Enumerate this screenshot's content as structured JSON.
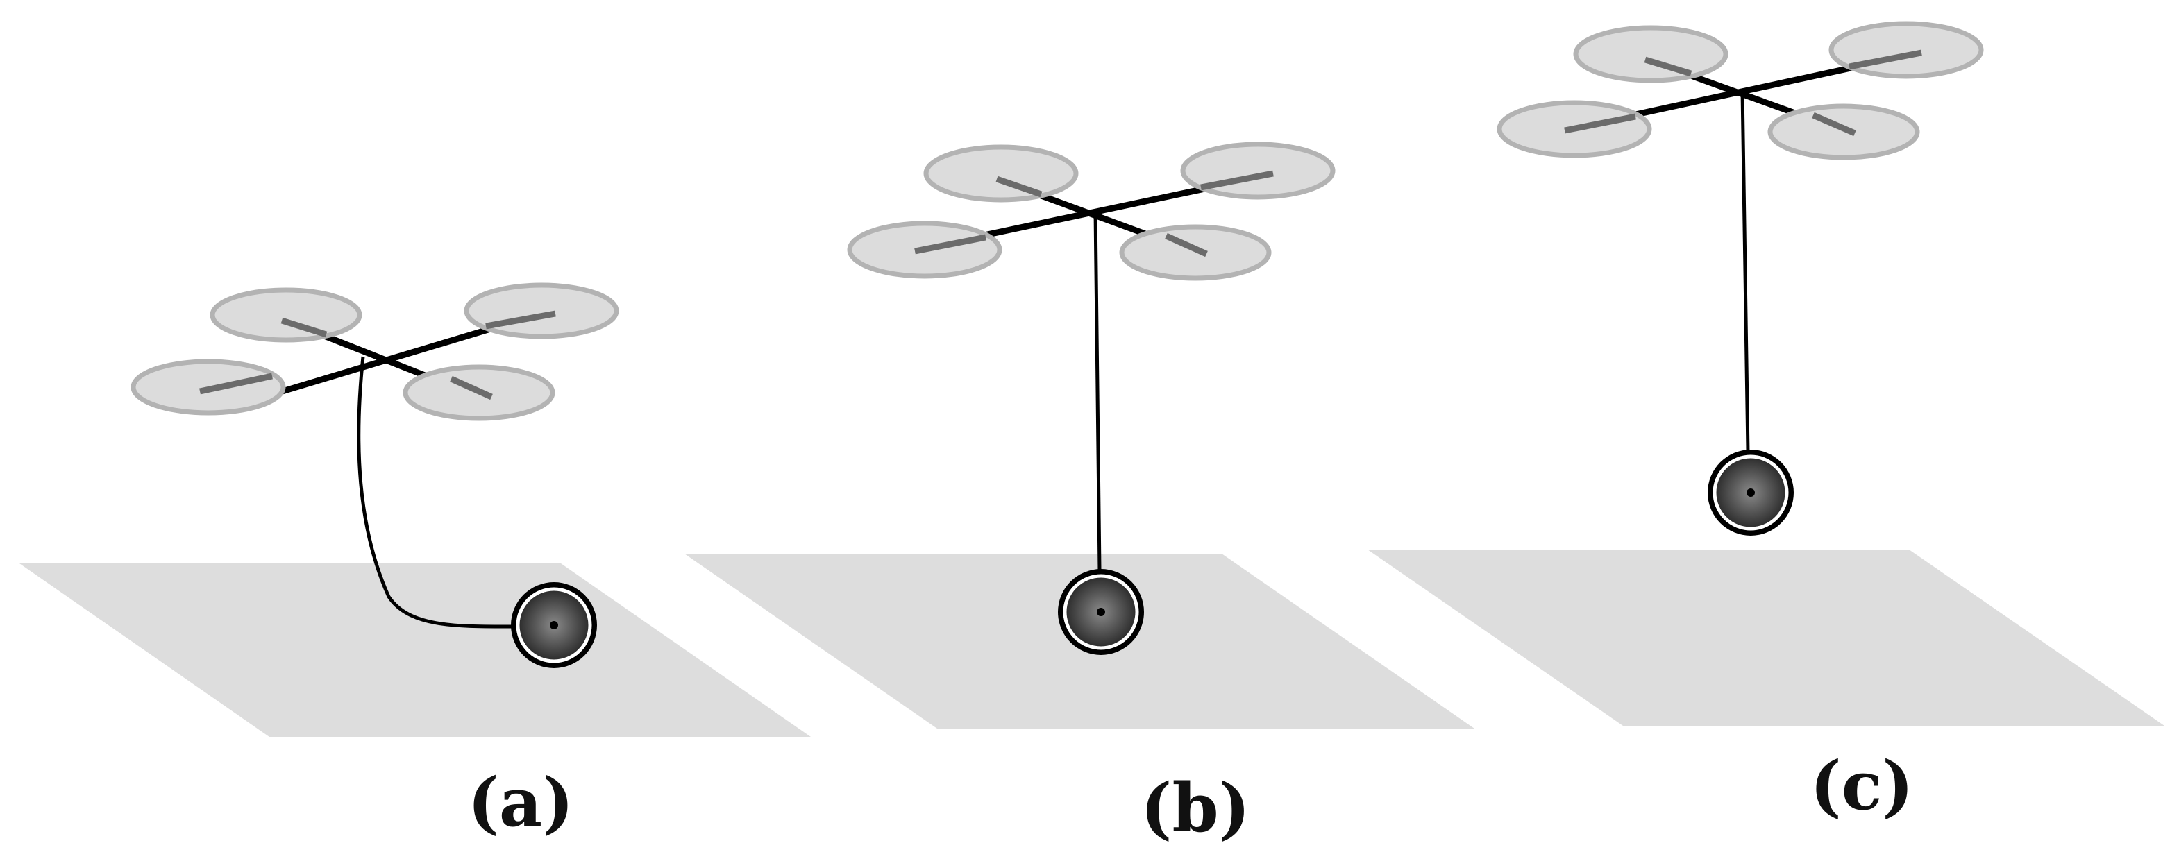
{
  "panels": [
    {
      "id": "a",
      "label": "(a)",
      "state": "payload resting on ground, cable slack"
    },
    {
      "id": "b",
      "label": "(b)",
      "state": "cable taut, payload on ground"
    },
    {
      "id": "c",
      "label": "(c)",
      "state": "payload lifted off ground"
    }
  ],
  "colors": {
    "ground": "#dddddd",
    "rotor_fill": "#dcdcdc",
    "rotor_edge": "#b3b3b3",
    "blade": "#6b6b6b",
    "frame": "#000000",
    "payload_center": "#777777"
  }
}
